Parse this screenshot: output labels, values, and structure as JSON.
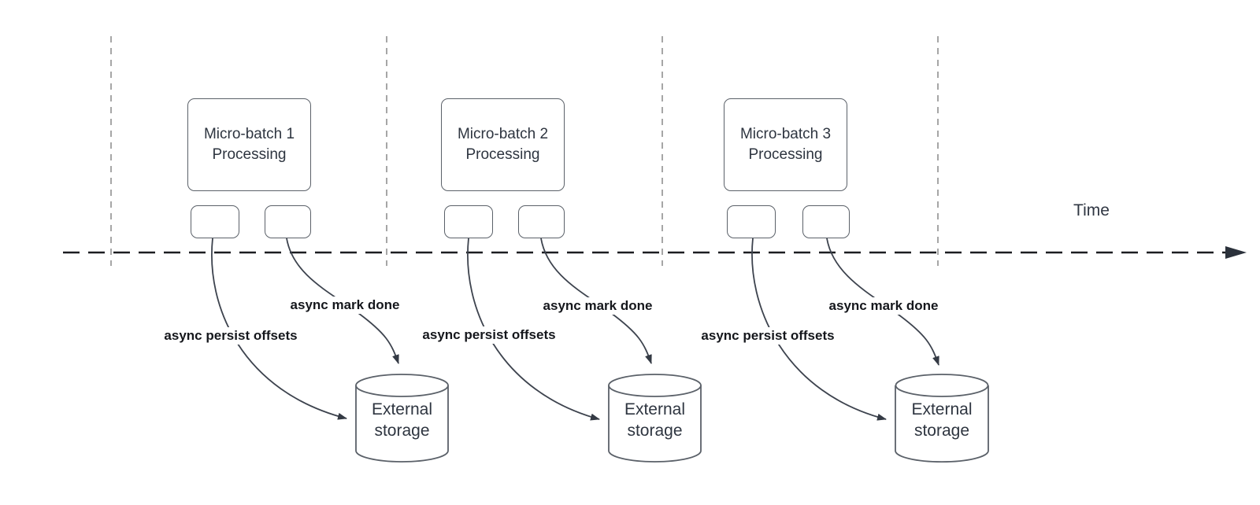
{
  "diagram": {
    "time_axis": {
      "label": "Time"
    },
    "batches": [
      {
        "processing_label": "Micro-batch 1\nProcessing",
        "persist_offsets_label": "async persist offsets",
        "mark_done_label": "async mark done",
        "storage_label": "External\nstorage"
      },
      {
        "processing_label": "Micro-batch 2\nProcessing",
        "persist_offsets_label": "async persist offsets",
        "mark_done_label": "async mark done",
        "storage_label": "External\nstorage"
      },
      {
        "processing_label": "Micro-batch 3\nProcessing",
        "persist_offsets_label": "async persist offsets",
        "mark_done_label": "async mark done",
        "storage_label": "External\nstorage"
      }
    ],
    "colors": {
      "background": "#ffffff",
      "shape_stroke": "#5b6169",
      "connector_stroke": "#3d434e",
      "arrowhead_fill": "#343a44",
      "timeline_color": "#1b1d21",
      "guide_line_color": "#a6a6a6",
      "bold_label_text": "#15171c",
      "shape_text": "#2e3540"
    }
  }
}
